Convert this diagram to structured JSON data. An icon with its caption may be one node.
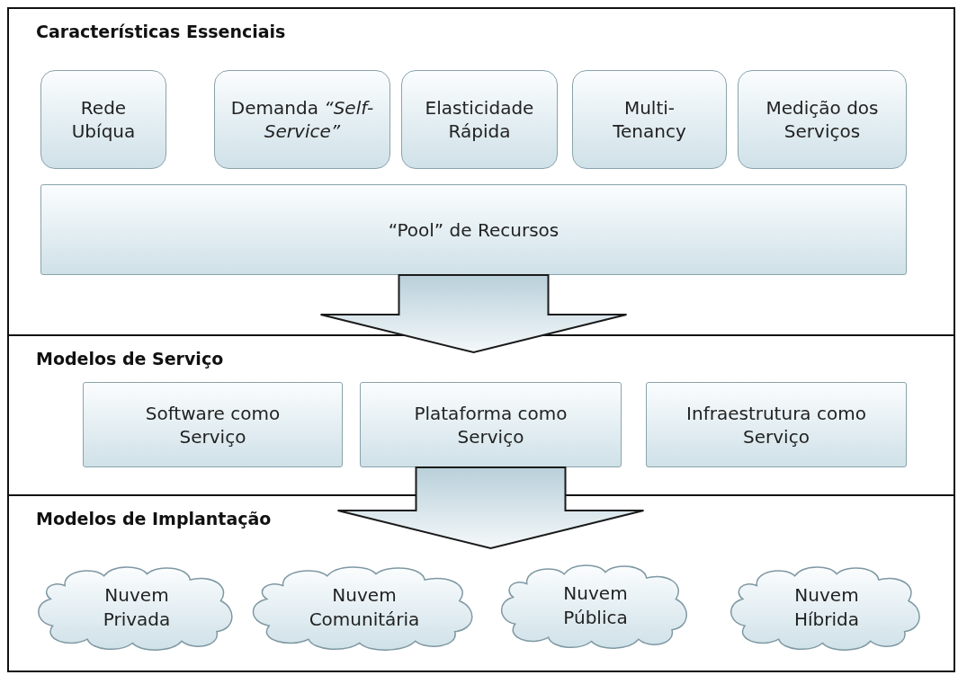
{
  "diagram": {
    "nodes": [
      {
        "text": [
          "Características Essenciais"
        ]
      },
      {
        "text": [
          "Rede Ubíqua"
        ],
        "in": 0
      },
      {
        "text": [
          "Demanda *“Self-Service”*"
        ],
        "in": 0
      },
      {
        "text": [
          "Elasticidade Rápida"
        ],
        "in": 0
      },
      {
        "text": [
          "Multi-Tenancy"
        ],
        "in": 0
      },
      {
        "text": [
          "Medição dos Serviços"
        ],
        "in": 0
      },
      {
        "text": [
          "“Pool” de Recursos"
        ],
        "in": 0
      },
      {
        "text": [
          "Modelos de Serviço"
        ]
      },
      {
        "text": [
          "Software como Serviço"
        ],
        "in": 7
      },
      {
        "text": [
          "Plataforma como Serviço"
        ],
        "in": 7
      },
      {
        "text": [
          "Infraestrutura como Serviço"
        ],
        "in": 7
      },
      {
        "text": [
          "Modelos de Implantação"
        ]
      },
      {
        "text": [
          "Nuvem Privada"
        ],
        "in": 11
      },
      {
        "text": [
          "Nuvem Comunitária"
        ],
        "in": 11
      },
      {
        "text": [
          "Nuvem Pública"
        ],
        "in": 11
      },
      {
        "text": [
          "Nuvem Híbrida"
        ],
        "in": 11
      }
    ],
    "edges": [
      {
        "from": 6,
        "to": 7,
        "arrow": "to",
        "style": "thick"
      },
      {
        "from": 9,
        "to": 11,
        "arrow": "to",
        "style": "thick"
      }
    ]
  }
}
